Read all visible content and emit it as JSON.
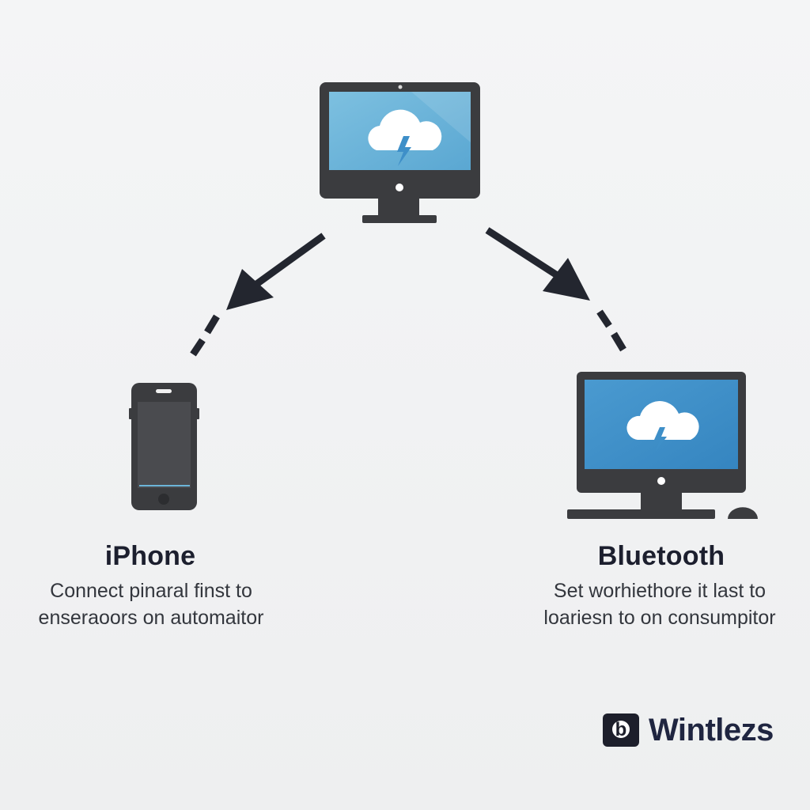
{
  "left_node": {
    "title": "iPhone",
    "description_line1": "Connect pinaral finst to",
    "description_line2": "enseraoors on automaitor"
  },
  "right_node": {
    "title": "Bluetooth",
    "description_line1": "Set worhiethore it last to",
    "description_line2": "loariesn to on consumpitor"
  },
  "brand": {
    "badge_letter": "b",
    "name": "Wintlezs"
  },
  "icons": {
    "top": "desktop-monitor-cloud-icon",
    "left": "smartphone-icon",
    "right": "desktop-computer-cloud-icon",
    "arrow_left": "arrow-down-left-icon",
    "arrow_right": "arrow-down-right-icon"
  },
  "colors": {
    "device_body": "#3b3c3f",
    "screen": "#6cb4d8",
    "screen_right": "#3e8fc8",
    "cloud": "#ffffff",
    "bolt": "#3e8fc8",
    "arrow": "#23262f",
    "title_text": "#1c1f2e",
    "brand_badge": "#1d1f2b"
  }
}
